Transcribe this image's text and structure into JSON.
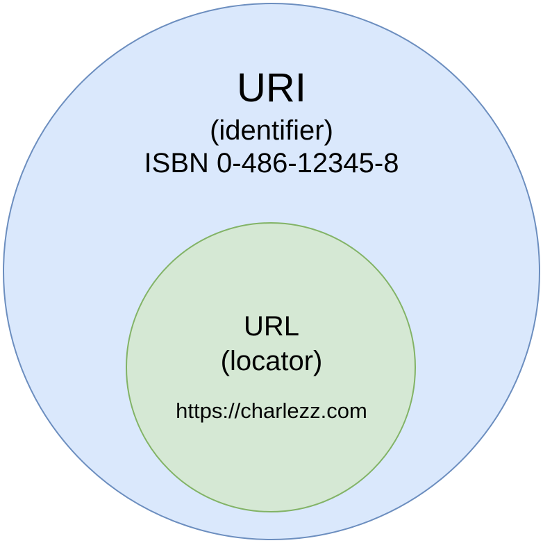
{
  "diagram": {
    "type": "nested-sets-venn",
    "outer_set": {
      "title": "URI",
      "subtitle": "(identifier)",
      "example": "ISBN 0-486-12345-8",
      "fill_color": "#dae8fc",
      "stroke_color": "#6c8ebf"
    },
    "inner_set": {
      "title": "URL",
      "subtitle": "(locator)",
      "example": "https://charlezz.com",
      "fill_color": "#d5e8d4",
      "stroke_color": "#82b366"
    }
  }
}
